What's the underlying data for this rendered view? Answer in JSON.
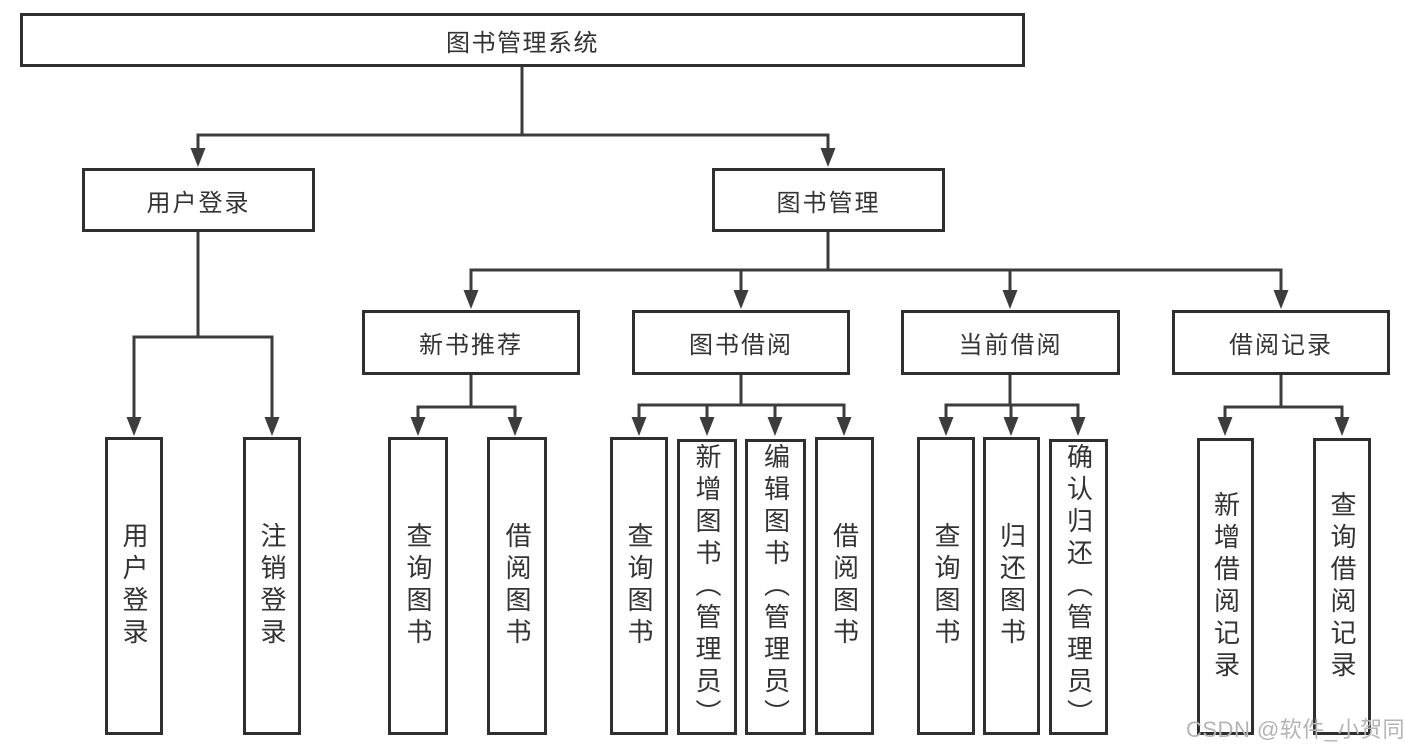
{
  "diagram": {
    "title": "图书管理系统",
    "branches": [
      {
        "label": "用户登录",
        "children": [
          {
            "label": "用户登录"
          },
          {
            "label": "注销登录"
          }
        ]
      },
      {
        "label": "图书管理",
        "children": [
          {
            "label": "新书推荐",
            "children": [
              {
                "label": "查询图书"
              },
              {
                "label": "借阅图书"
              }
            ]
          },
          {
            "label": "图书借阅",
            "children": [
              {
                "label": "查询图书"
              },
              {
                "label": "新增图书（管理员）"
              },
              {
                "label": "编辑图书（管理员）"
              },
              {
                "label": "借阅图书"
              }
            ]
          },
          {
            "label": "当前借阅",
            "children": [
              {
                "label": "查询图书"
              },
              {
                "label": "归还图书"
              },
              {
                "label": "确认归还（管理员）"
              }
            ]
          },
          {
            "label": "借阅记录",
            "children": [
              {
                "label": "新增借阅记录"
              },
              {
                "label": "查询借阅记录"
              }
            ]
          }
        ]
      }
    ]
  },
  "watermark": {
    "text": "CSDN @软件_小贺同学"
  },
  "colors": {
    "background": "#ffffff",
    "box_border": "#2f2f2f",
    "line": "#3c3c3c",
    "text": "#333333",
    "watermark": "#b4b4b4"
  }
}
